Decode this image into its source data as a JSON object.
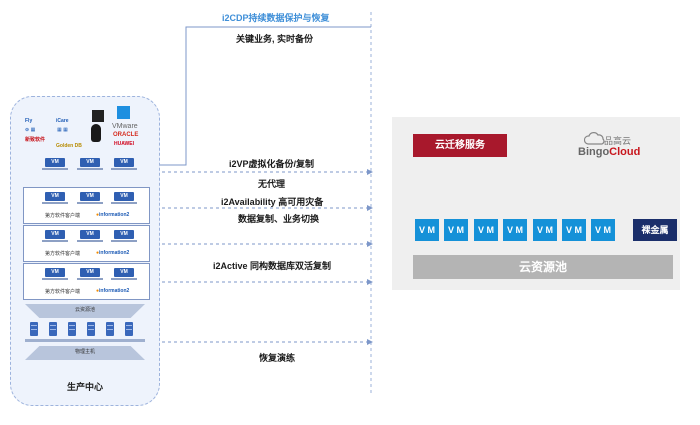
{
  "top_label": "i2CDP持续数据保护与恢复",
  "labels": {
    "realtime_backup": "关键业务, 实时备份",
    "i2vp": "i2VP虚拟化备份/复制",
    "agentless": "无代理",
    "i2availability": "i2Availability 高可用灾备",
    "switchover": "数据复制、业务切换",
    "i2active": "i2Active 同构数据库双活复制",
    "drill": "恢复演练"
  },
  "production": {
    "title": "生产中心",
    "logos": [
      "Fly",
      "iCare",
      "VMware",
      "ORACLE",
      "新致软件",
      "Golden DB",
      "HUAWEI"
    ],
    "vm_label": "VM",
    "group_label": "第方软件客户端",
    "info_logo": "information2",
    "cloud_pool": "云资源池",
    "physical_host": "物理主机"
  },
  "cloud": {
    "migrate_service": "云迁移服务",
    "brand_cn": "品高云",
    "brand_en_a": "Bingo",
    "brand_en_b": "Cloud",
    "vm_label": "V M",
    "vm_count": 7,
    "bare_metal": "裸金属",
    "pool": "云资源池"
  },
  "colors": {
    "migrate": "#a8182c",
    "vm": "#1591d8",
    "bare_metal": "#1b2f6b",
    "pool": "#b4b4b4",
    "accent": "#3f8fd8"
  }
}
